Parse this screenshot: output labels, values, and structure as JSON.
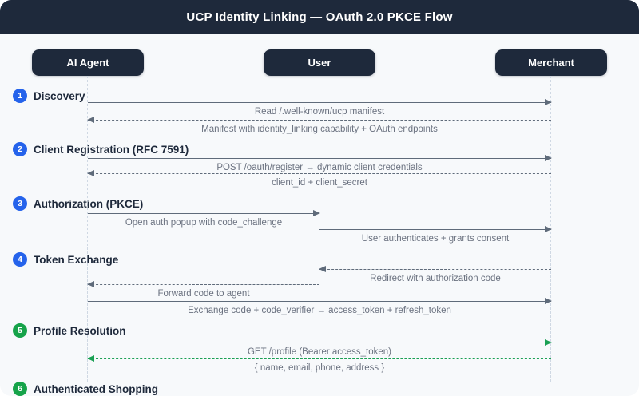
{
  "header": {
    "title": "UCP Identity Linking — OAuth 2.0 PKCE Flow"
  },
  "actors": [
    {
      "id": "ai-agent",
      "label": "AI Agent"
    },
    {
      "id": "user",
      "label": "User"
    },
    {
      "id": "merchant",
      "label": "Merchant"
    }
  ],
  "steps": [
    {
      "num": "1",
      "label": "Discovery",
      "color": "#2563eb"
    },
    {
      "num": "2",
      "label": "Client Registration (RFC 7591)",
      "color": "#2563eb"
    },
    {
      "num": "3",
      "label": "Authorization (PKCE)",
      "color": "#2563eb"
    },
    {
      "num": "4",
      "label": "Token Exchange",
      "color": "#2563eb"
    },
    {
      "num": "5",
      "label": "Profile Resolution",
      "color": "#16a34a"
    },
    {
      "num": "6",
      "label": "Authenticated Shopping",
      "color": "#16a34a"
    }
  ],
  "messages": [
    {
      "from": "AI Agent",
      "to": "Merchant",
      "style": "solid",
      "color": "gray",
      "label": "Read /.well-known/ucp manifest"
    },
    {
      "from": "Merchant",
      "to": "AI Agent",
      "style": "dashed",
      "color": "gray",
      "label": "Manifest with identity_linking capability + OAuth endpoints"
    },
    {
      "from": "AI Agent",
      "to": "Merchant",
      "style": "solid",
      "color": "gray",
      "label": "POST /oauth/register → dynamic client credentials"
    },
    {
      "from": "Merchant",
      "to": "AI Agent",
      "style": "dashed",
      "color": "gray",
      "label": "client_id + client_secret"
    },
    {
      "from": "AI Agent",
      "to": "User",
      "style": "solid",
      "color": "gray",
      "label": "Open auth popup with code_challenge"
    },
    {
      "from": "User",
      "to": "Merchant",
      "style": "solid",
      "color": "gray",
      "label": "User authenticates + grants consent"
    },
    {
      "from": "Merchant",
      "to": "User",
      "style": "dashed",
      "color": "gray",
      "label": "Redirect with authorization code"
    },
    {
      "from": "User",
      "to": "AI Agent",
      "style": "dashed",
      "color": "gray",
      "label": "Forward code to agent"
    },
    {
      "from": "AI Agent",
      "to": "Merchant",
      "style": "solid",
      "color": "gray",
      "label": "Exchange code + code_verifier → access_token + refresh_token"
    },
    {
      "from": "AI Agent",
      "to": "Merchant",
      "style": "solid",
      "color": "green",
      "label": "GET /profile (Bearer access_token)"
    },
    {
      "from": "Merchant",
      "to": "AI Agent",
      "style": "dashed",
      "color": "green",
      "label": "{ name, email, phone, address }"
    }
  ],
  "colors": {
    "navy": "#1e293b",
    "background": "#f7f9fb",
    "blue_badge": "#2563eb",
    "green_badge": "#16a34a",
    "gray_line": "#5f6b7a",
    "green_line": "#1aa053",
    "label_text": "#6b7280",
    "lifeline": "#cfd8e3"
  }
}
